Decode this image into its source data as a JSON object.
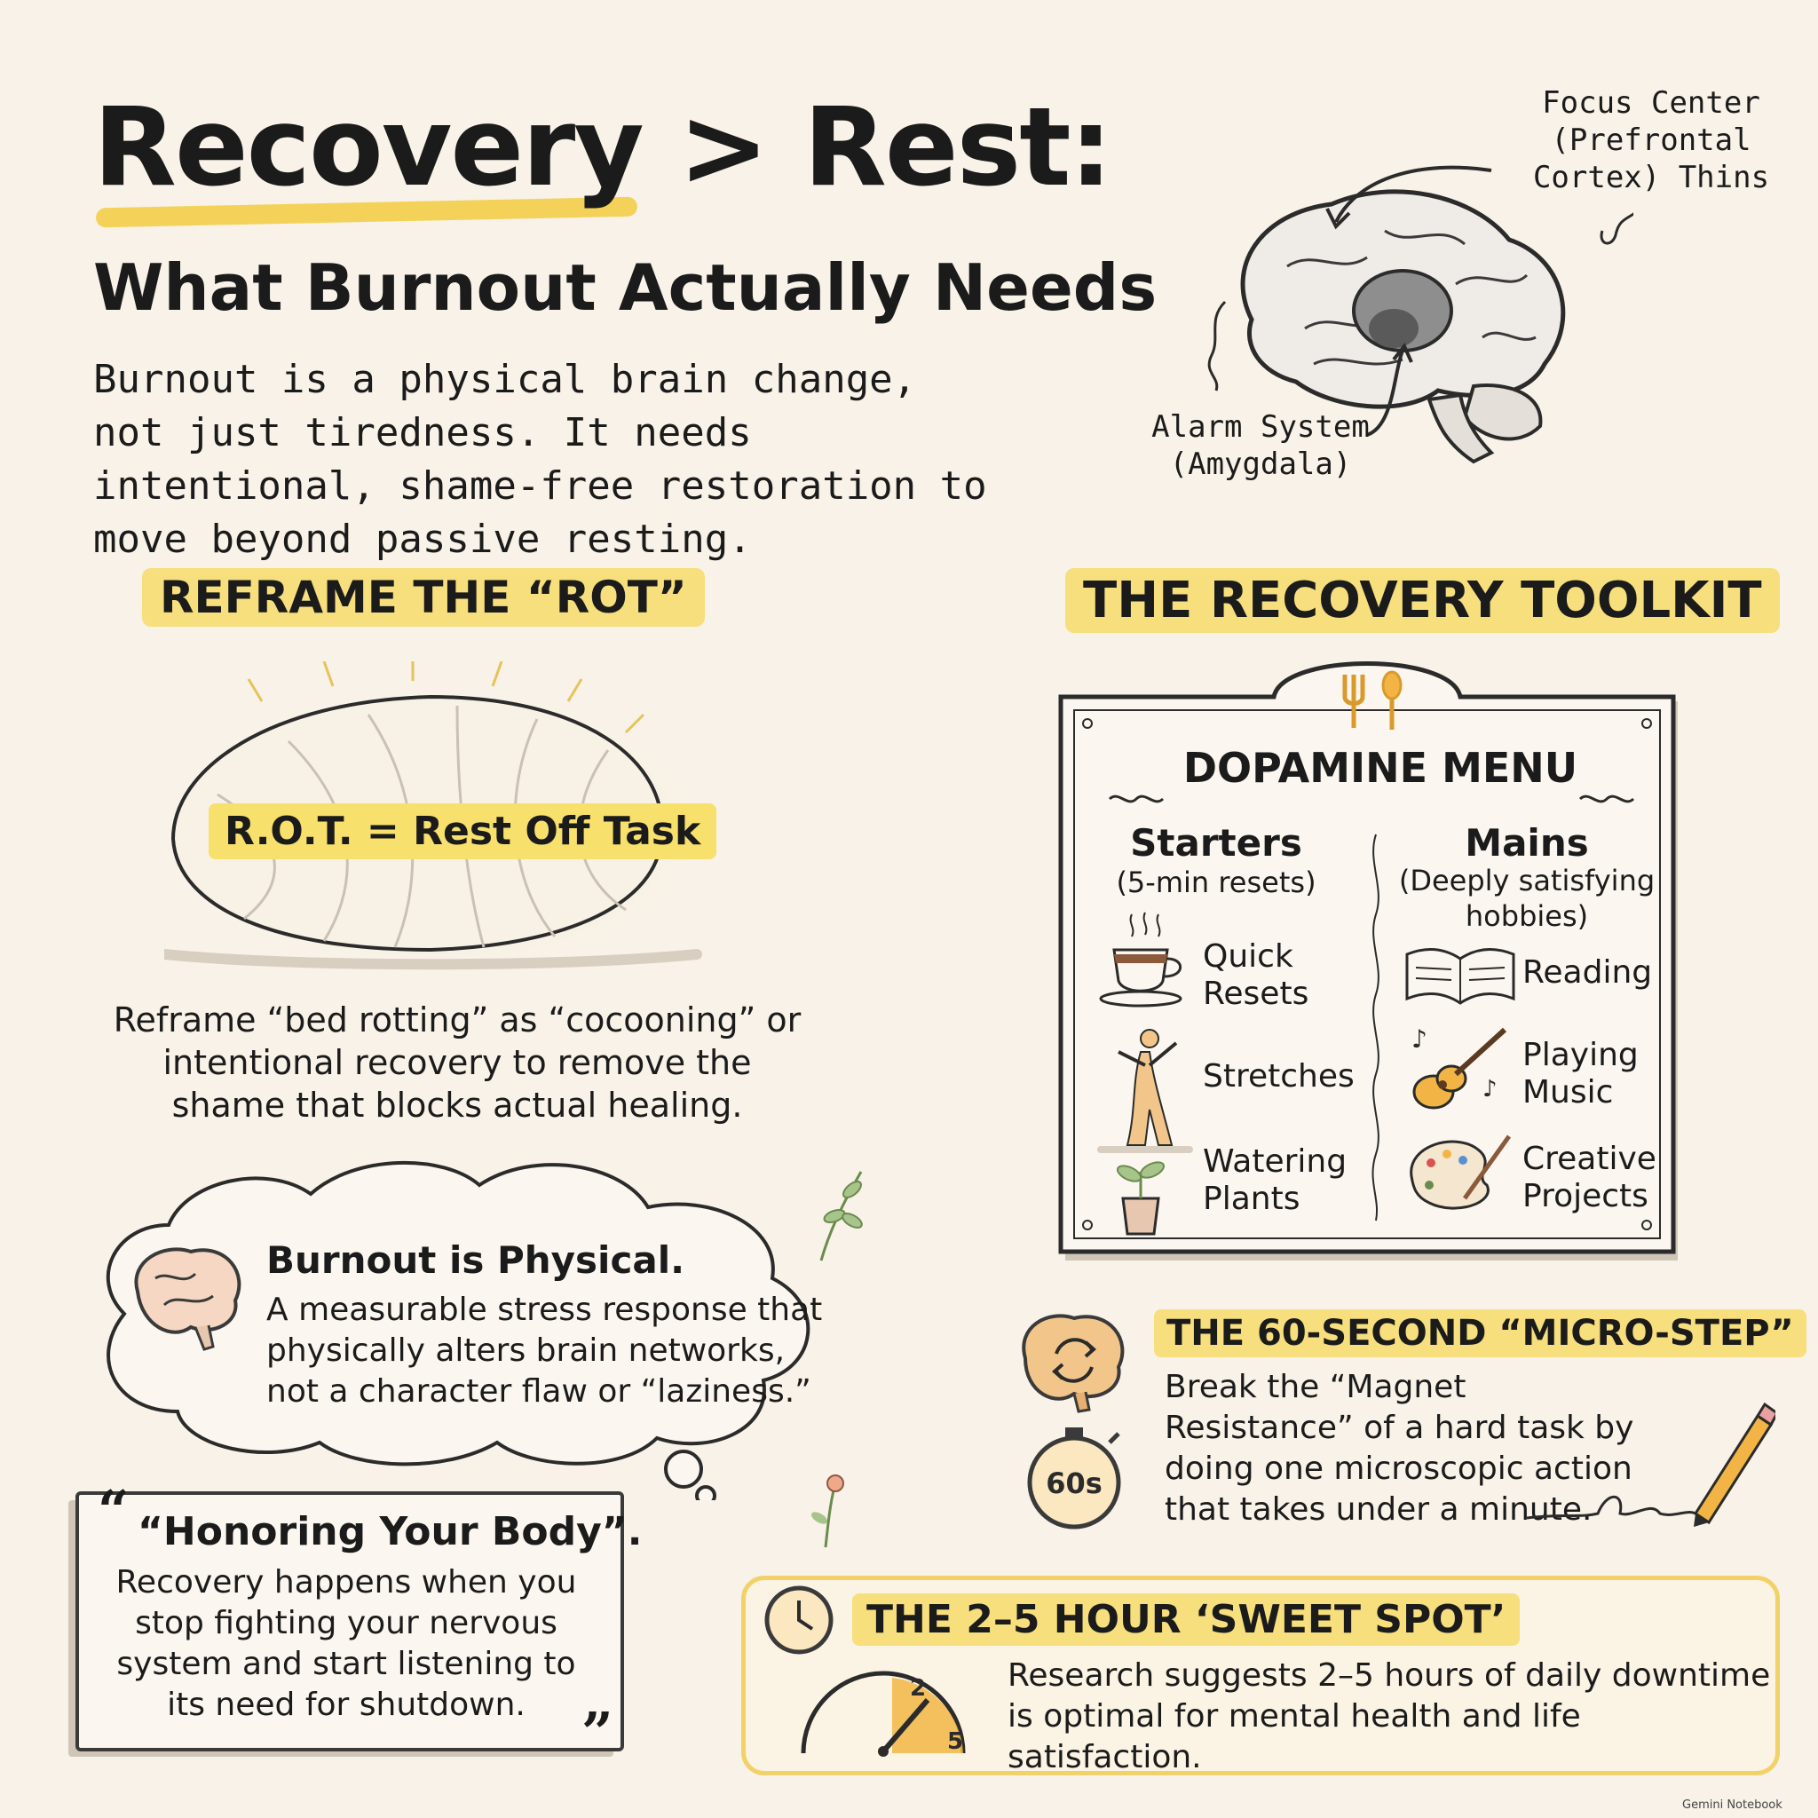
{
  "header": {
    "title": "Recovery > Rest:",
    "subtitle": "What Burnout Actually Needs",
    "intro": "Burnout is a physical brain change, not just tiredness. It needs intentional, shame-free restoration to move beyond passive resting."
  },
  "brain_diagram": {
    "focus_label": "Focus Center (Prefrontal Cortex) Thins",
    "alarm_label": "Alarm System (Amygdala)"
  },
  "reframe": {
    "heading": "REFRAME THE “ROT”",
    "rot_label": "R.O.T. = Rest Off Task",
    "text": "Reframe “bed rotting” as “cocooning” or intentional recovery to remove the shame that blocks actual healing."
  },
  "physical": {
    "title": "Burnout is Physical.",
    "text": "A measurable stress response that physically alters brain networks, not a character flaw or “laziness.”"
  },
  "quote": {
    "open_mark": "“",
    "title": "“Honoring Your Body”.",
    "text": "Recovery happens when you stop fighting your nervous system and start listening to its need for shutdown.",
    "close_mark": "”"
  },
  "toolkit": {
    "heading": "THE RECOVERY TOOLKIT",
    "menu_title": "DOPAMINE MENU",
    "starters": {
      "title": "Starters",
      "subtitle": "(5-min resets)",
      "items": [
        "Quick Resets",
        "Stretches",
        "Watering Plants"
      ]
    },
    "mains": {
      "title": "Mains",
      "subtitle": "(Deeply satisfying hobbies)",
      "items": [
        "Reading",
        "Playing Music",
        "Creative Projects"
      ]
    }
  },
  "micro_step": {
    "heading": "THE 60-SECOND “MICRO-STEP”",
    "timer_label": "60s",
    "text": "Break the “Magnet Resistance” of a hard task by doing one microscopic action that takes under a minute."
  },
  "sweet_spot": {
    "heading": "THE 2–5 HOUR ‘SWEET SPOT’",
    "gauge_low": "2",
    "gauge_high": "5",
    "text": "Research suggests 2–5 hours of daily downtime is optimal for mental health and life satisfaction."
  },
  "brand": "Gemini Notebook",
  "colors": {
    "background": "#f8f2e8",
    "highlight": "#f6df7c",
    "accent": "#f2b545"
  }
}
